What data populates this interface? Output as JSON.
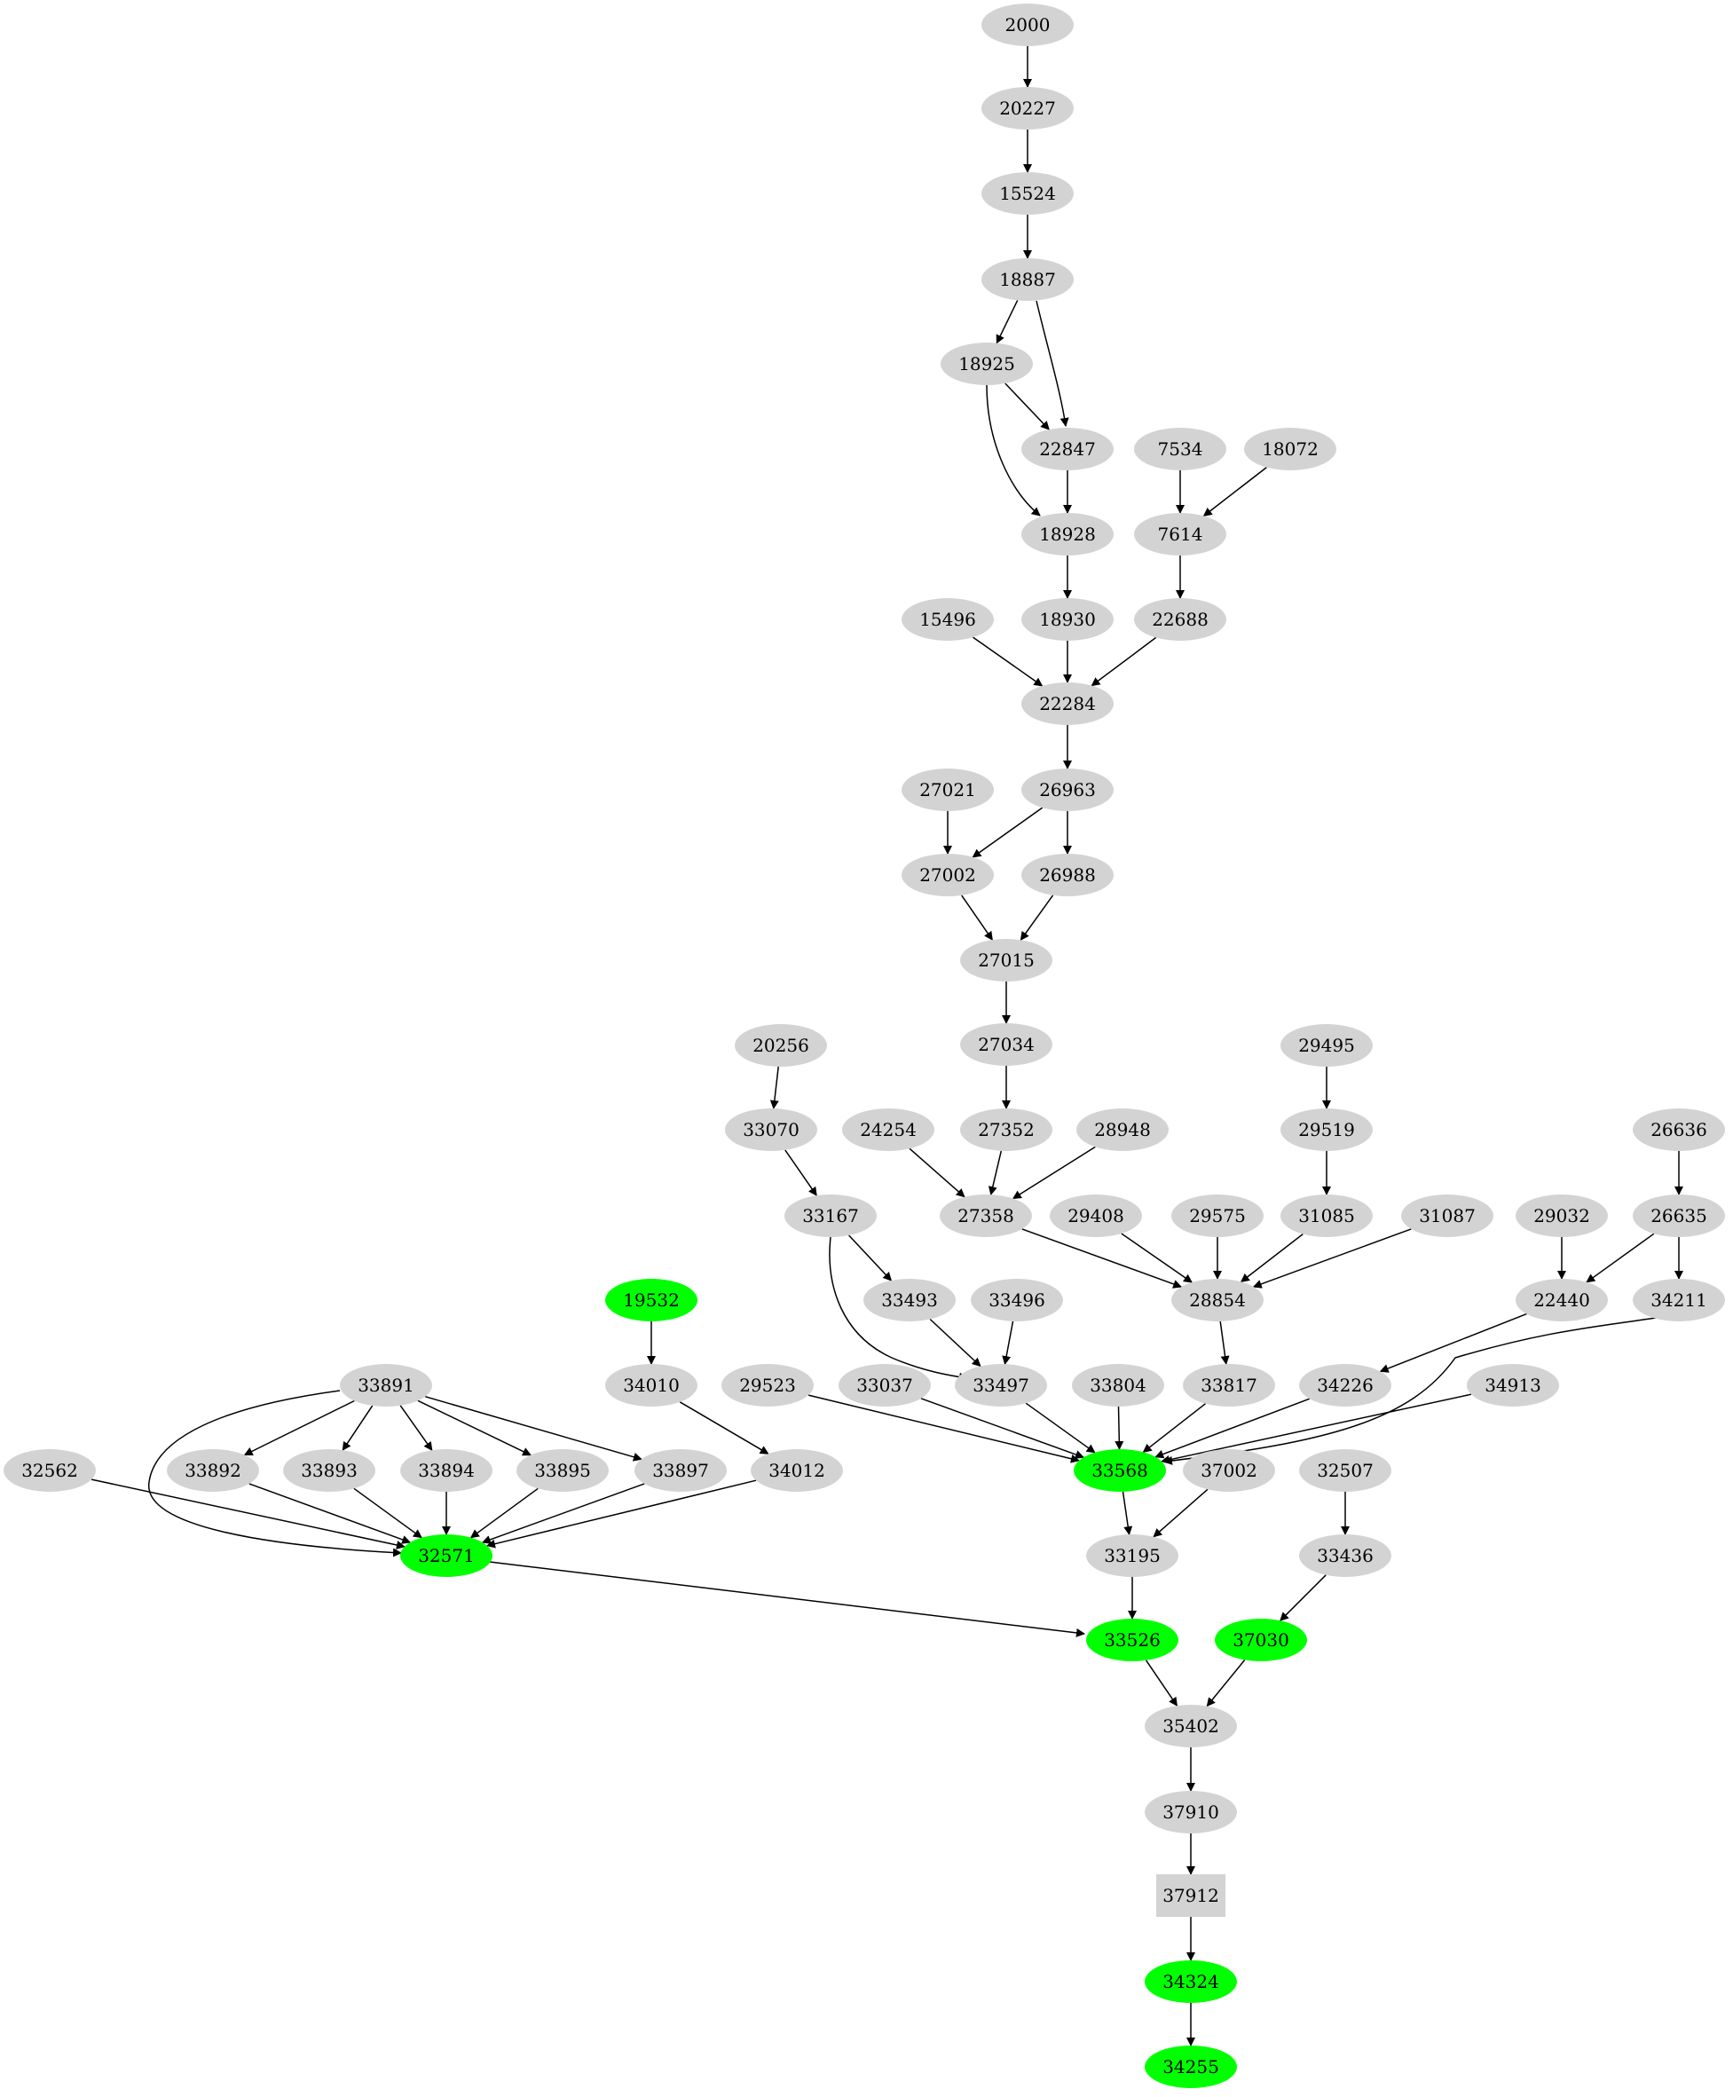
{
  "style": {
    "default_fill": "#d3d3d3",
    "highlight_fill": "#00ff00",
    "edge_color": "#000000"
  },
  "nodes": [
    {
      "id": "2000",
      "label": "2000",
      "highlight": false,
      "shape": "ellipse"
    },
    {
      "id": "20227",
      "label": "20227",
      "highlight": false,
      "shape": "ellipse"
    },
    {
      "id": "15524",
      "label": "15524",
      "highlight": false,
      "shape": "ellipse"
    },
    {
      "id": "18887",
      "label": "18887",
      "highlight": false,
      "shape": "ellipse"
    },
    {
      "id": "18925",
      "label": "18925",
      "highlight": false,
      "shape": "ellipse"
    },
    {
      "id": "22847",
      "label": "22847",
      "highlight": false,
      "shape": "ellipse"
    },
    {
      "id": "7534",
      "label": "7534",
      "highlight": false,
      "shape": "ellipse"
    },
    {
      "id": "18072",
      "label": "18072",
      "highlight": false,
      "shape": "ellipse"
    },
    {
      "id": "18928",
      "label": "18928",
      "highlight": false,
      "shape": "ellipse"
    },
    {
      "id": "7614",
      "label": "7614",
      "highlight": false,
      "shape": "ellipse"
    },
    {
      "id": "15496",
      "label": "15496",
      "highlight": false,
      "shape": "ellipse"
    },
    {
      "id": "18930",
      "label": "18930",
      "highlight": false,
      "shape": "ellipse"
    },
    {
      "id": "22688",
      "label": "22688",
      "highlight": false,
      "shape": "ellipse"
    },
    {
      "id": "22284",
      "label": "22284",
      "highlight": false,
      "shape": "ellipse"
    },
    {
      "id": "27021",
      "label": "27021",
      "highlight": false,
      "shape": "ellipse"
    },
    {
      "id": "26963",
      "label": "26963",
      "highlight": false,
      "shape": "ellipse"
    },
    {
      "id": "27002",
      "label": "27002",
      "highlight": false,
      "shape": "ellipse"
    },
    {
      "id": "26988",
      "label": "26988",
      "highlight": false,
      "shape": "ellipse"
    },
    {
      "id": "27015",
      "label": "27015",
      "highlight": false,
      "shape": "ellipse"
    },
    {
      "id": "20256",
      "label": "20256",
      "highlight": false,
      "shape": "ellipse"
    },
    {
      "id": "27034",
      "label": "27034",
      "highlight": false,
      "shape": "ellipse"
    },
    {
      "id": "29495",
      "label": "29495",
      "highlight": false,
      "shape": "ellipse"
    },
    {
      "id": "33070",
      "label": "33070",
      "highlight": false,
      "shape": "ellipse"
    },
    {
      "id": "24254",
      "label": "24254",
      "highlight": false,
      "shape": "ellipse"
    },
    {
      "id": "27352",
      "label": "27352",
      "highlight": false,
      "shape": "ellipse"
    },
    {
      "id": "28948",
      "label": "28948",
      "highlight": false,
      "shape": "ellipse"
    },
    {
      "id": "29519",
      "label": "29519",
      "highlight": false,
      "shape": "ellipse"
    },
    {
      "id": "26636",
      "label": "26636",
      "highlight": false,
      "shape": "ellipse"
    },
    {
      "id": "33167",
      "label": "33167",
      "highlight": false,
      "shape": "ellipse"
    },
    {
      "id": "27358",
      "label": "27358",
      "highlight": false,
      "shape": "ellipse"
    },
    {
      "id": "29408",
      "label": "29408",
      "highlight": false,
      "shape": "ellipse"
    },
    {
      "id": "29575",
      "label": "29575",
      "highlight": false,
      "shape": "ellipse"
    },
    {
      "id": "31085",
      "label": "31085",
      "highlight": false,
      "shape": "ellipse"
    },
    {
      "id": "31087",
      "label": "31087",
      "highlight": false,
      "shape": "ellipse"
    },
    {
      "id": "29032",
      "label": "29032",
      "highlight": false,
      "shape": "ellipse"
    },
    {
      "id": "26635",
      "label": "26635",
      "highlight": false,
      "shape": "ellipse"
    },
    {
      "id": "19532",
      "label": "19532",
      "highlight": true,
      "shape": "ellipse"
    },
    {
      "id": "33493",
      "label": "33493",
      "highlight": false,
      "shape": "ellipse"
    },
    {
      "id": "33496",
      "label": "33496",
      "highlight": false,
      "shape": "ellipse"
    },
    {
      "id": "28854",
      "label": "28854",
      "highlight": false,
      "shape": "ellipse"
    },
    {
      "id": "22440",
      "label": "22440",
      "highlight": false,
      "shape": "ellipse"
    },
    {
      "id": "34211",
      "label": "34211",
      "highlight": false,
      "shape": "ellipse"
    },
    {
      "id": "33891",
      "label": "33891",
      "highlight": false,
      "shape": "ellipse"
    },
    {
      "id": "34010",
      "label": "34010",
      "highlight": false,
      "shape": "ellipse"
    },
    {
      "id": "29523",
      "label": "29523",
      "highlight": false,
      "shape": "ellipse"
    },
    {
      "id": "33037",
      "label": "33037",
      "highlight": false,
      "shape": "ellipse"
    },
    {
      "id": "33497",
      "label": "33497",
      "highlight": false,
      "shape": "ellipse"
    },
    {
      "id": "33804",
      "label": "33804",
      "highlight": false,
      "shape": "ellipse"
    },
    {
      "id": "33817",
      "label": "33817",
      "highlight": false,
      "shape": "ellipse"
    },
    {
      "id": "34226",
      "label": "34226",
      "highlight": false,
      "shape": "ellipse"
    },
    {
      "id": "34913",
      "label": "34913",
      "highlight": false,
      "shape": "ellipse"
    },
    {
      "id": "32562",
      "label": "32562",
      "highlight": false,
      "shape": "ellipse"
    },
    {
      "id": "33892",
      "label": "33892",
      "highlight": false,
      "shape": "ellipse"
    },
    {
      "id": "33893",
      "label": "33893",
      "highlight": false,
      "shape": "ellipse"
    },
    {
      "id": "33894",
      "label": "33894",
      "highlight": false,
      "shape": "ellipse"
    },
    {
      "id": "33895",
      "label": "33895",
      "highlight": false,
      "shape": "ellipse"
    },
    {
      "id": "33897",
      "label": "33897",
      "highlight": false,
      "shape": "ellipse"
    },
    {
      "id": "34012",
      "label": "34012",
      "highlight": false,
      "shape": "ellipse"
    },
    {
      "id": "33568",
      "label": "33568",
      "highlight": true,
      "shape": "ellipse"
    },
    {
      "id": "37002",
      "label": "37002",
      "highlight": false,
      "shape": "ellipse"
    },
    {
      "id": "32507",
      "label": "32507",
      "highlight": false,
      "shape": "ellipse"
    },
    {
      "id": "32571",
      "label": "32571",
      "highlight": true,
      "shape": "ellipse"
    },
    {
      "id": "33195",
      "label": "33195",
      "highlight": false,
      "shape": "ellipse"
    },
    {
      "id": "33436",
      "label": "33436",
      "highlight": false,
      "shape": "ellipse"
    },
    {
      "id": "33526",
      "label": "33526",
      "highlight": true,
      "shape": "ellipse"
    },
    {
      "id": "37030",
      "label": "37030",
      "highlight": true,
      "shape": "ellipse"
    },
    {
      "id": "35402",
      "label": "35402",
      "highlight": false,
      "shape": "ellipse"
    },
    {
      "id": "37910",
      "label": "37910",
      "highlight": false,
      "shape": "ellipse"
    },
    {
      "id": "37912",
      "label": "37912",
      "highlight": false,
      "shape": "box"
    },
    {
      "id": "34324",
      "label": "34324",
      "highlight": true,
      "shape": "ellipse"
    },
    {
      "id": "34255",
      "label": "34255",
      "highlight": true,
      "shape": "ellipse"
    }
  ],
  "edges": [
    [
      "2000",
      "20227"
    ],
    [
      "20227",
      "15524"
    ],
    [
      "15524",
      "18887"
    ],
    [
      "18887",
      "18925"
    ],
    [
      "18887",
      "22847"
    ],
    [
      "18925",
      "22847"
    ],
    [
      "18925",
      "18928"
    ],
    [
      "22847",
      "18928"
    ],
    [
      "7534",
      "7614"
    ],
    [
      "18072",
      "7614"
    ],
    [
      "18928",
      "18930"
    ],
    [
      "7614",
      "22688"
    ],
    [
      "15496",
      "22284"
    ],
    [
      "18930",
      "22284"
    ],
    [
      "22688",
      "22284"
    ],
    [
      "22284",
      "26963"
    ],
    [
      "27021",
      "27002"
    ],
    [
      "26963",
      "27002"
    ],
    [
      "26963",
      "26988"
    ],
    [
      "27002",
      "27015"
    ],
    [
      "26988",
      "27015"
    ],
    [
      "27015",
      "27034"
    ],
    [
      "27034",
      "27352"
    ],
    [
      "20256",
      "33070"
    ],
    [
      "33070",
      "33167"
    ],
    [
      "29495",
      "29519"
    ],
    [
      "29519",
      "31085"
    ],
    [
      "24254",
      "27358"
    ],
    [
      "27352",
      "27358"
    ],
    [
      "28948",
      "27358"
    ],
    [
      "26636",
      "26635"
    ],
    [
      "33167",
      "33493"
    ],
    [
      "33167",
      "33497"
    ],
    [
      "27358",
      "28854"
    ],
    [
      "29408",
      "28854"
    ],
    [
      "29575",
      "28854"
    ],
    [
      "31085",
      "28854"
    ],
    [
      "31087",
      "28854"
    ],
    [
      "29032",
      "22440"
    ],
    [
      "26635",
      "22440"
    ],
    [
      "26635",
      "34211"
    ],
    [
      "19532",
      "34010"
    ],
    [
      "33493",
      "33497"
    ],
    [
      "33496",
      "33497"
    ],
    [
      "28854",
      "33817"
    ],
    [
      "22440",
      "34226"
    ],
    [
      "34211",
      "33568"
    ],
    [
      "29523",
      "33568"
    ],
    [
      "33037",
      "33568"
    ],
    [
      "33497",
      "33568"
    ],
    [
      "33804",
      "33568"
    ],
    [
      "33817",
      "33568"
    ],
    [
      "34226",
      "33568"
    ],
    [
      "34913",
      "33568"
    ],
    [
      "33891",
      "33892"
    ],
    [
      "33891",
      "33893"
    ],
    [
      "33891",
      "33894"
    ],
    [
      "33891",
      "33895"
    ],
    [
      "33891",
      "33897"
    ],
    [
      "33891",
      "32571"
    ],
    [
      "34010",
      "34012"
    ],
    [
      "32562",
      "32571"
    ],
    [
      "33892",
      "32571"
    ],
    [
      "33893",
      "32571"
    ],
    [
      "33894",
      "32571"
    ],
    [
      "33895",
      "32571"
    ],
    [
      "33897",
      "32571"
    ],
    [
      "34012",
      "32571"
    ],
    [
      "33568",
      "33195"
    ],
    [
      "37002",
      "33195"
    ],
    [
      "32507",
      "33436"
    ],
    [
      "32571",
      "33526"
    ],
    [
      "33195",
      "33526"
    ],
    [
      "33436",
      "37030"
    ],
    [
      "33526",
      "35402"
    ],
    [
      "37030",
      "35402"
    ],
    [
      "35402",
      "37910"
    ],
    [
      "37910",
      "37912"
    ],
    [
      "37912",
      "34324"
    ],
    [
      "34324",
      "34255"
    ]
  ]
}
